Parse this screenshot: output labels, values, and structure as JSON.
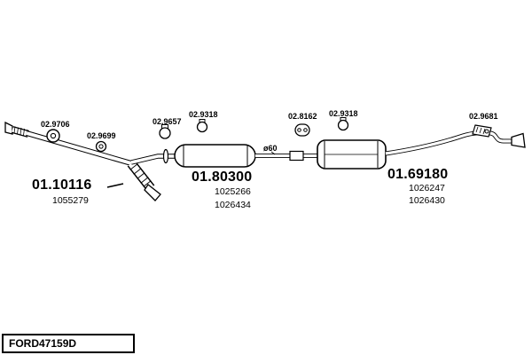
{
  "footer": {
    "code": "FORD47159D"
  },
  "sections": {
    "front_pipe": {
      "part_number": "01.10116",
      "sub_numbers": [
        "1055279"
      ]
    },
    "middle_muffler": {
      "part_number": "01.80300",
      "sub_numbers": [
        "1025266",
        "1026434"
      ]
    },
    "rear_muffler": {
      "part_number": "01.69180",
      "sub_numbers": [
        "1026247",
        "1026430"
      ]
    }
  },
  "hardware": [
    {
      "label": "02.9706",
      "type": "gasket-ring"
    },
    {
      "label": "02.9699",
      "type": "gasket-ring"
    },
    {
      "label": "02.9657",
      "type": "clamp"
    },
    {
      "label": "02.9318",
      "type": "clamp"
    },
    {
      "label": "02.8162",
      "type": "rubber-hanger"
    },
    {
      "label": "02.9318",
      "type": "clamp"
    },
    {
      "label": "02.9681",
      "type": "bracket"
    }
  ],
  "annotations": {
    "pipe_diameter": "ø60"
  },
  "colors": {
    "line": "#000000",
    "background": "#ffffff"
  }
}
